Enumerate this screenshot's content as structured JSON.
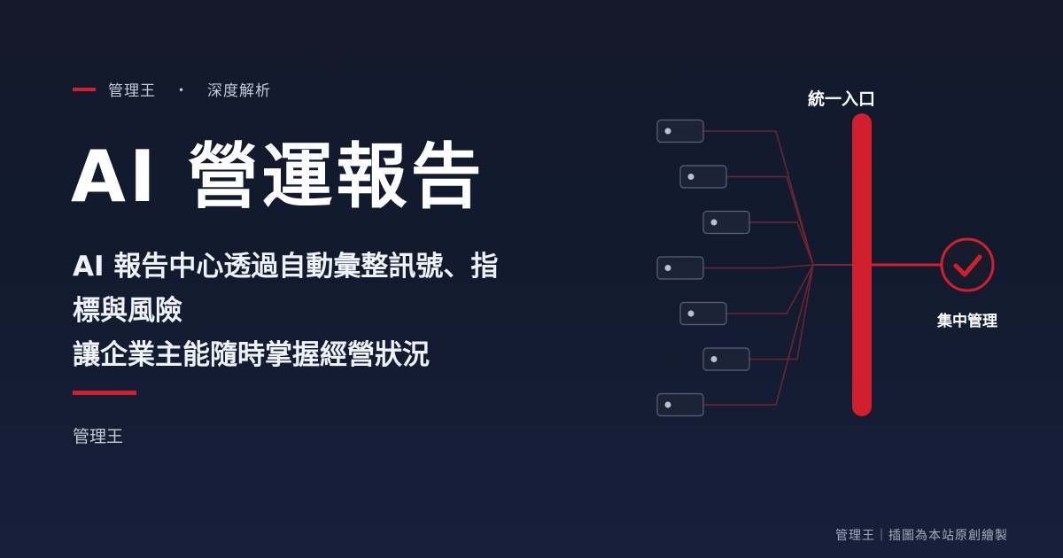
{
  "header": {
    "brand": "管理王",
    "separator": "・",
    "section": "深度解析"
  },
  "title": "AI 營運報告",
  "subtitle_lines": [
    "AI 報告中心透過自動彙整訊號、指",
    "標與風險",
    "讓企業主能隨時掌握經營狀況"
  ],
  "byline": "管理王",
  "footer": "管理王｜插圖為本站原創繪製",
  "diagram": {
    "top_label": "統一入口",
    "right_label": "集中管理",
    "check_icon": "check-circle-icon",
    "source_count": 7
  },
  "colors": {
    "accent": "#d11f2e",
    "background": "#141a2c",
    "text": "#ffffff",
    "muted": "#c4cad6"
  }
}
